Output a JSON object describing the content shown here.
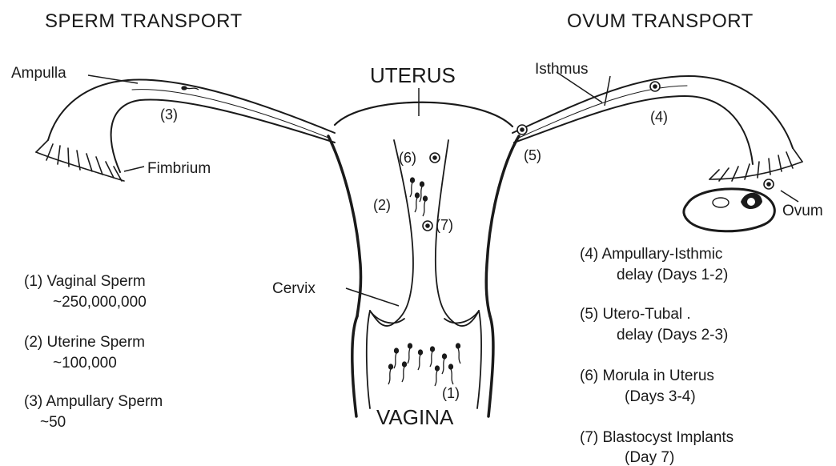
{
  "headings": {
    "sperm_transport": "SPERM TRANSPORT",
    "ovum_transport": "OVUM TRANSPORT"
  },
  "anatomy": {
    "uterus": "UTERUS",
    "vagina": "VAGINA",
    "cervix": "Cervix",
    "ampulla": "Ampulla",
    "isthmus": "Isthmus",
    "fimbrium": "Fimbrium",
    "ovum": "Ovum"
  },
  "markers": {
    "m1": "(1)",
    "m2": "(2)",
    "m3": "(3)",
    "m4": "(4)",
    "m5": "(5)",
    "m6": "(6)",
    "m7": "(7)"
  },
  "sperm_notes": [
    {
      "line1": "(1) Vaginal Sperm",
      "line2": "~250,000,000"
    },
    {
      "line1": "(2) Uterine Sperm",
      "line2": "~100,000"
    },
    {
      "line1": "(3) Ampullary Sperm",
      "line2": "~50"
    }
  ],
  "ovum_notes": [
    {
      "line1": "(4) Ampullary-Isthmic",
      "line2": "delay (Days 1-2)"
    },
    {
      "line1": "(5) Utero-Tubal .",
      "line2": "delay (Days 2-3)"
    },
    {
      "line1": "(6) Morula in Uterus",
      "line2": "(Days 3-4)"
    },
    {
      "line1": "(7) Blastocyst Implants",
      "line2": "(Day 7)"
    }
  ],
  "colors": {
    "ink": "#1a1a1a",
    "background": "#ffffff"
  }
}
